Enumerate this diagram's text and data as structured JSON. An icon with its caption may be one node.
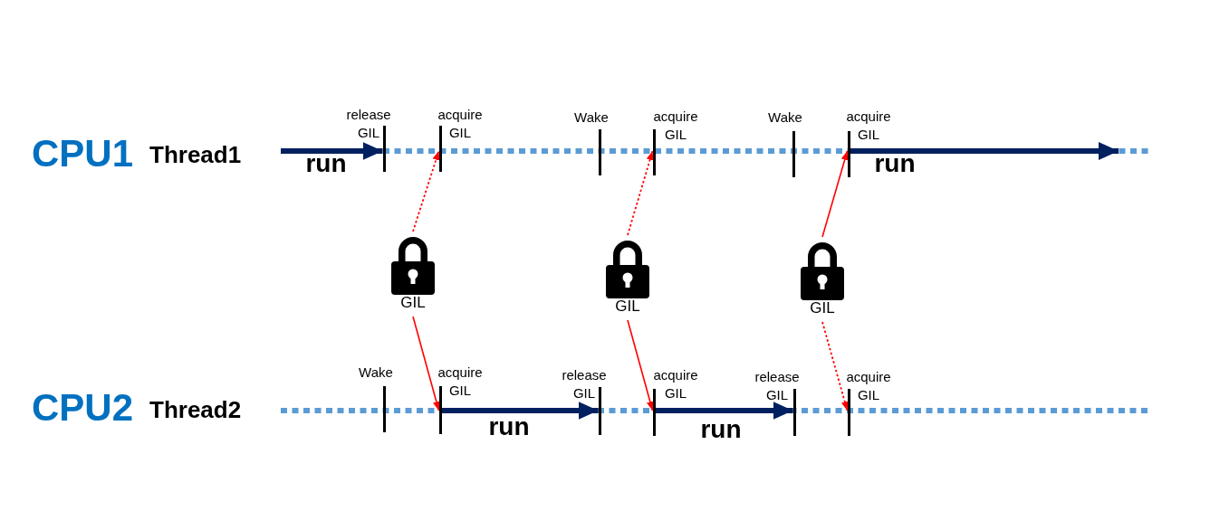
{
  "diagram": {
    "nodes": [
      {
        "text": [],
        "shape": "bar",
        "beside": [
          "release GIL"
        ]
      },
      {
        "text": [],
        "shape": "bar",
        "beside": [
          "acquire GIL"
        ]
      },
      {
        "text": [],
        "shape": "bar",
        "beside": [
          "Wake"
        ]
      },
      {
        "text": [],
        "shape": "bar",
        "beside": [
          "acquire GIL"
        ]
      },
      {
        "text": [],
        "shape": "bar",
        "beside": [
          "Wake"
        ]
      },
      {
        "text": [],
        "shape": "bar",
        "beside": [
          "acquire GIL"
        ]
      },
      {
        "text": [
          "GIL"
        ]
      },
      {
        "text": [
          "GIL"
        ]
      },
      {
        "text": [
          "GIL"
        ]
      },
      {
        "text": [],
        "shape": "bar",
        "beside": [
          "Wake"
        ]
      },
      {
        "text": [],
        "shape": "bar",
        "beside": [
          "acquire GIL"
        ]
      },
      {
        "text": [],
        "shape": "bar",
        "beside": [
          "release GIL"
        ]
      },
      {
        "text": [],
        "shape": "bar",
        "beside": [
          "acquire GIL"
        ]
      },
      {
        "text": [],
        "shape": "bar",
        "beside": [
          "release GIL"
        ]
      },
      {
        "text": [],
        "shape": "bar",
        "beside": [
          "acquire GIL"
        ]
      }
    ],
    "edges": [
      {
        "from": null,
        "to": 0,
        "arrow": "to",
        "label": "run",
        "style": "thick",
        "color": "#002060"
      },
      {
        "from": 6,
        "to": 1,
        "arrow": "to",
        "style": "dashed"
      },
      {
        "from": 6,
        "to": 10,
        "arrow": "to"
      },
      {
        "from": 10,
        "to": 11,
        "arrow": "to",
        "label": "run",
        "style": "thick",
        "color": "#002060"
      },
      {
        "from": 7,
        "to": 3,
        "arrow": "to",
        "style": "dashed"
      },
      {
        "from": 7,
        "to": 12,
        "arrow": "to"
      },
      {
        "from": 12,
        "to": 13,
        "arrow": "to",
        "label": "run",
        "style": "thick",
        "color": "#002060"
      },
      {
        "from": 8,
        "to": 5,
        "arrow": "to"
      },
      {
        "from": 8,
        "to": 14,
        "arrow": "to",
        "style": "dashed"
      },
      {
        "from": 5,
        "to": null,
        "arrow": "to",
        "label": "run",
        "style": "thick",
        "color": "#002060"
      }
    ],
    "labels": [
      "CPU1",
      "Thread1",
      "CPU2",
      "Thread2"
    ]
  }
}
